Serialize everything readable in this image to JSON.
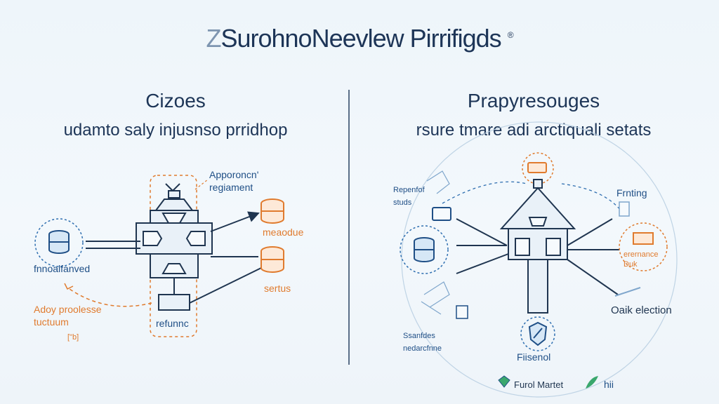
{
  "title": {
    "ghost": "Z",
    "main": "SurohnoNeevlew Pirrifigds",
    "mark": "®"
  },
  "left": {
    "heading": "Cizoes",
    "subtitle": "udamto saly injusnso prridhop",
    "labels": {
      "approvement": "Apporoncn' regiament",
      "inputs": "fnnoalfanved",
      "medium": "meaodue",
      "setup": "sertus",
      "process": "Adoy proolesse tuctuum",
      "bracket": "[\"b]",
      "return": "refunnc"
    }
  },
  "right": {
    "heading": "Prapyresouges",
    "subtitle": "rsure tmare adi arctiquali setats",
    "labels": {
      "report": "Repenfof studs",
      "fronting": "Frnting",
      "maintenance": "erernance Duk",
      "oak": "Oaik election",
      "sources": "Ssanfdes nedarcfnne",
      "fixed": "Fiisenol"
    }
  },
  "footer": {
    "brand1": "Furol Martet",
    "brand2": "hii"
  },
  "colors": {
    "blue": "#1f4f86",
    "orange": "#e07b2e",
    "navy": "#1d3557"
  }
}
